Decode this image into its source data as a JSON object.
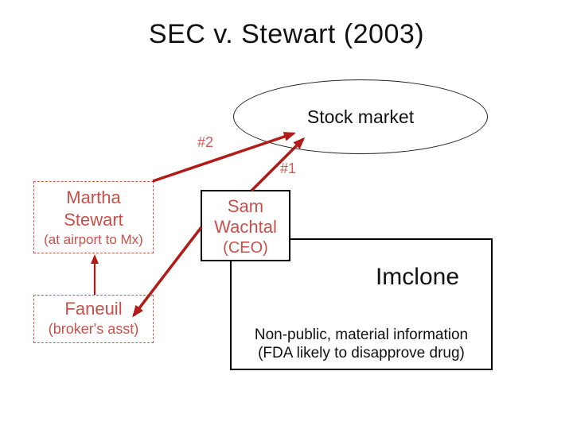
{
  "title": "SEC v. Stewart (2003)",
  "market": {
    "label": "Stock market"
  },
  "martha": {
    "line1": "Martha",
    "line2": "Stewart",
    "note": "(at airport to Mx)"
  },
  "sam": {
    "line1": "Sam",
    "line2": "Wachtal",
    "note": "(CEO)"
  },
  "imclone": {
    "label": "Imclone",
    "info_line1": "Non-public, material information",
    "info_line2": "(FDA likely to disapprove drug)"
  },
  "faneuil": {
    "line1": "Faneuil",
    "note": "(broker's asst)"
  },
  "arrows": {
    "tip1_label": "#1",
    "tip2_label": "#2"
  },
  "colors": {
    "red_text": "#c8504b",
    "arrow_red": "#b21b17",
    "box_border_black": "#000000"
  }
}
